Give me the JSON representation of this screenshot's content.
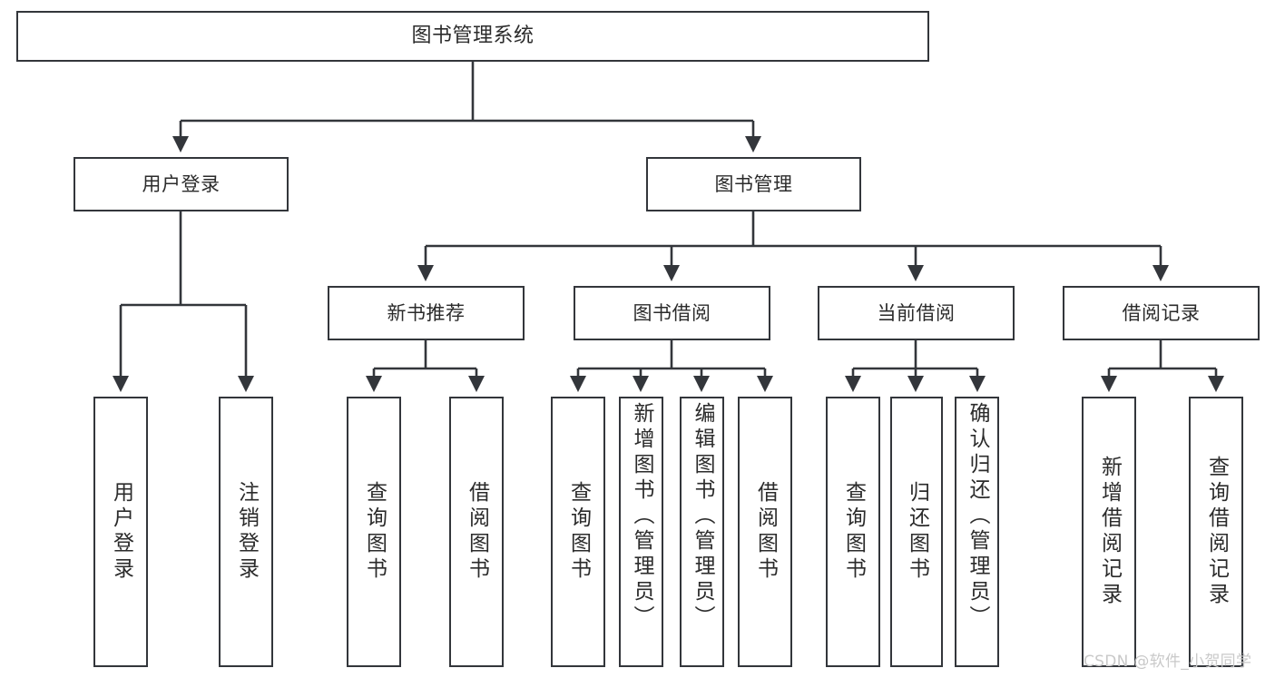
{
  "diagram": {
    "title": "图书管理系统",
    "type": "tree-hierarchy-diagram",
    "root": {
      "label": "图书管理系统"
    },
    "level1": [
      {
        "label": "用户登录"
      },
      {
        "label": "图书管理"
      }
    ],
    "level2": [
      {
        "label": "新书推荐"
      },
      {
        "label": "图书借阅"
      },
      {
        "label": "当前借阅"
      },
      {
        "label": "借阅记录"
      }
    ],
    "leaves": {
      "user_login": [
        {
          "label": "用户登录"
        },
        {
          "label": "注销登录"
        }
      ],
      "new_book_recommend": [
        {
          "label": "查询图书"
        },
        {
          "label": "借阅图书"
        }
      ],
      "book_borrow": [
        {
          "label": "查询图书"
        },
        {
          "label": "新增图书（管理员）"
        },
        {
          "label": "编辑图书（管理员）"
        },
        {
          "label": "借阅图书"
        }
      ],
      "current_borrow": [
        {
          "label": "查询图书"
        },
        {
          "label": "归还图书"
        },
        {
          "label": "确认归还（管理员）"
        }
      ],
      "borrow_record": [
        {
          "label": "新增借阅记录"
        },
        {
          "label": "查询借阅记录"
        }
      ]
    }
  },
  "watermark": {
    "text": "CSDN @软件_小贺同学"
  },
  "colors": {
    "border": "#33363b",
    "text": "#2b2b2b",
    "background": "#ffffff",
    "watermark": "#c9c9c9"
  }
}
